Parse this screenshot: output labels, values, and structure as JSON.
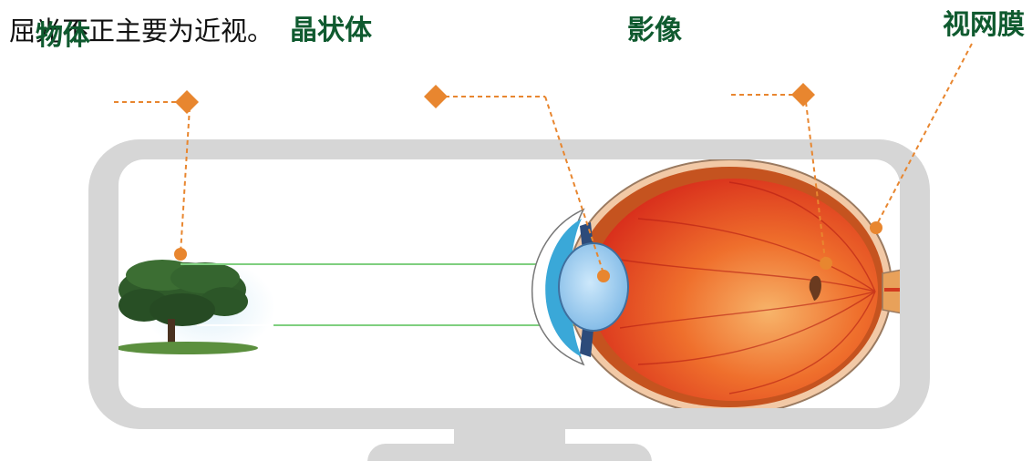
{
  "caption": "屈光不正主要为近视。",
  "labels": {
    "object": "物体",
    "lens": "晶状体",
    "image": "影像",
    "retina": "视网膜"
  },
  "colors": {
    "label_text": "#0f5a2f",
    "callout": "#e8862f",
    "monitor_frame": "#d6d6d6",
    "light_ray": "#7fcf7f",
    "eyeball": "#e0321e",
    "cornea": "#3aa8d8",
    "lens": "#8fc6ec"
  },
  "icons": {
    "object": "tree-illustration",
    "eye": "eyeball-cross-section",
    "monitor": "monitor-frame"
  }
}
